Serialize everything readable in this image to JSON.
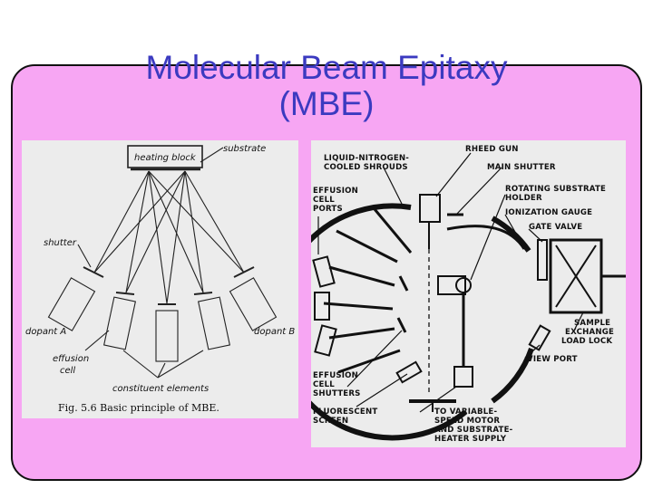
{
  "slide": {
    "title_line1": "Molecular Beam Epitaxy",
    "title_line2": "(MBE)"
  },
  "left_figure": {
    "heating_block": "heating block",
    "substrate": "substrate",
    "shutter": "shutter",
    "dopant_a": "dopant A",
    "dopant_b": "dopant B",
    "effusion_cell_1": "effusion",
    "effusion_cell_2": "cell",
    "constituent": "constituent elements",
    "caption": "Fig. 5.6  Basic principle of MBE."
  },
  "right_figure": {
    "ln_1": "LIQUID-NITROGEN-",
    "ln_2": "COOLED SHROUDS",
    "rheed": "RHEED GUN",
    "main_shutter": "MAIN SHUTTER",
    "effusion_1": "EFFUSION",
    "effusion_2": "CELL",
    "effusion_3": "PORTS",
    "rotating_1": "ROTATING SUBSTRATE",
    "rotating_2": "HOLDER",
    "ionization": "IONIZATION GAUGE",
    "gate_valve": "GATE VALVE",
    "sample_1": "SAMPLE",
    "sample_2": "EXCHANGE",
    "sample_3": "LOAD LOCK",
    "view_port": "VIEW PORT",
    "shutters_1": "EFFUSION",
    "shutters_2": "CELL",
    "shutters_3": "SHUTTERS",
    "fluor_1": "FLUORESCENT",
    "fluor_2": "SCREEN",
    "motor_1": "TO VARIABLE-",
    "motor_2": "SPEED MOTOR",
    "motor_3": "AND SUBSTRATE-",
    "motor_4": "HEATER SUPPLY"
  }
}
